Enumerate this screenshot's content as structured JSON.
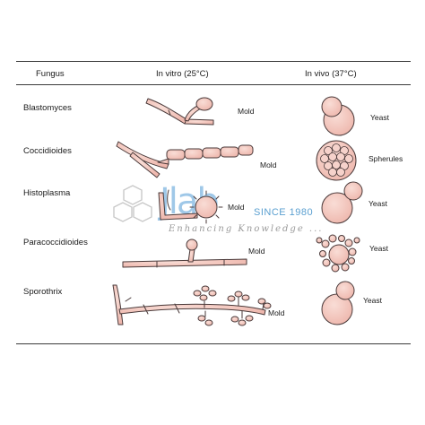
{
  "header": {
    "col_fungus": "Fungus",
    "col_invitro": "In vitro (25°C)",
    "col_invivo": "In vivo (37°C)"
  },
  "rows": [
    {
      "fungus": "Blastomyces",
      "invitro_form": "Mold",
      "invivo_form": "Yeast"
    },
    {
      "fungus": "Coccidioides",
      "invitro_form": "Mold",
      "invivo_form": "Spherules"
    },
    {
      "fungus": "Histoplasma",
      "invitro_form": "Mold",
      "invivo_form": "Yeast"
    },
    {
      "fungus": "Paracoccidioides",
      "invitro_form": "Mold",
      "invivo_form": "Yeast"
    },
    {
      "fungus": "Sporothrix",
      "invitro_form": "Mold",
      "invivo_form": "Yeast"
    }
  ],
  "watermark": {
    "logo": "Jlab",
    "since": "SINCE 1980",
    "tagline": "Enhancing Knowledge ..."
  },
  "colors": {
    "cell_fill": "#f2c2ba",
    "cell_stroke": "#4a3a3a",
    "watermark_blue": "#9fc8e8"
  }
}
